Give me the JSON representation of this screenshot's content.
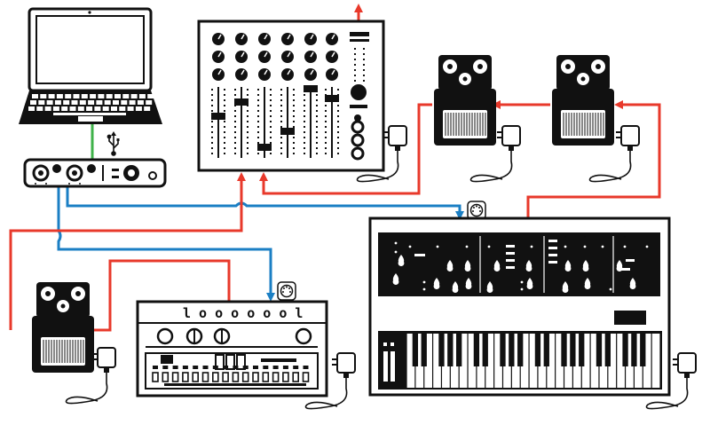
{
  "colors": {
    "audio_cable": "#e8392b",
    "midi_cable": "#1b7fc4",
    "usb_cable": "#3fb24a",
    "device_body": "#111111",
    "panel_bg": "#ffffff"
  },
  "icons": {
    "usb": "usb-icon",
    "midi_port": "midi-din-icon",
    "power_adapter": "power-adapter-icon"
  },
  "devices": {
    "laptop": "laptop",
    "audio_interface": "usb-audio-interface",
    "mixer": "mixer",
    "pedal_a": "effects-pedal",
    "pedal_b": "effects-pedal",
    "pedal_c": "effects-pedal",
    "drum_machine": "drum-machine",
    "synthesizer": "keyboard-synthesizer"
  },
  "drum_machine": {
    "display_text": "l o o o o o o l"
  }
}
